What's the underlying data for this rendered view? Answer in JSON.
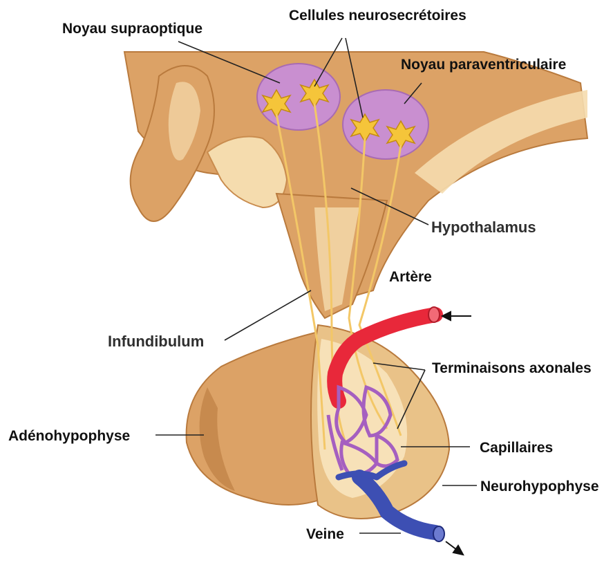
{
  "labels": {
    "noyau_supraoptique": "Noyau supraoptique",
    "cellules_neurosecretoires": "Cellules neurosecrétoires",
    "noyau_paraventriculaire": "Noyau paraventriculaire",
    "hypothalamus": "Hypothalamus",
    "artere": "Artère",
    "infundibulum": "Infundibulum",
    "terminaisons_axonales": "Terminaisons axonales",
    "adenohypophyse": "Adénohypophyse",
    "capillaires": "Capillaires",
    "neurohypophyse": "Neurohypophyse",
    "veine": "Veine"
  },
  "colors": {
    "tissue": "#dca266",
    "tissue_dark": "#b97a3d",
    "tissue_light": "#f5dcae",
    "nucleus": "#c98fd0",
    "neuron": "#f5c53a",
    "artery": "#e8283a",
    "vein": "#3d4fb3",
    "capillary": "#a55fc0"
  }
}
